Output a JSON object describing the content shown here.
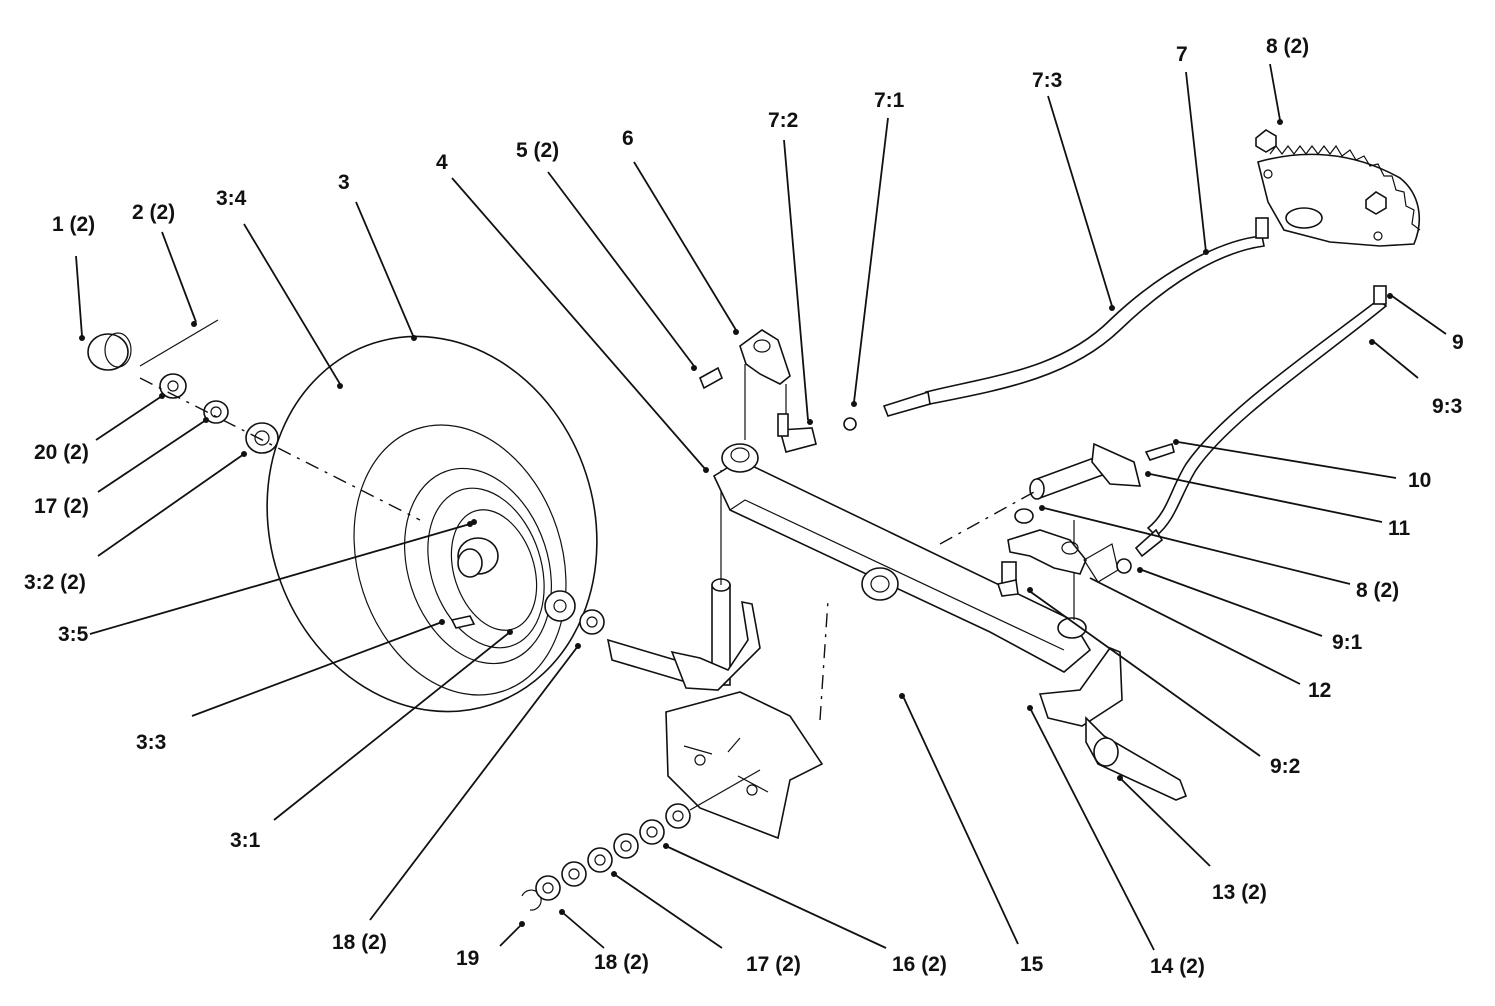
{
  "diagram": {
    "callouts": [
      "1 (2)",
      "2 (2)",
      "3:4",
      "3",
      "4",
      "5 (2)",
      "6",
      "7:2",
      "7:1",
      "7:3",
      "7",
      "8 (2)",
      "9",
      "9:3",
      "10",
      "11",
      "8 (2)",
      "9:1",
      "12",
      "9:2",
      "20 (2)",
      "17 (2)",
      "3:2 (2)",
      "3:5",
      "3:3",
      "3:1",
      "18 (2)",
      "19",
      "18 (2)",
      "17 (2)",
      "16 (2)",
      "15",
      "14 (2)",
      "13 (2)"
    ]
  }
}
